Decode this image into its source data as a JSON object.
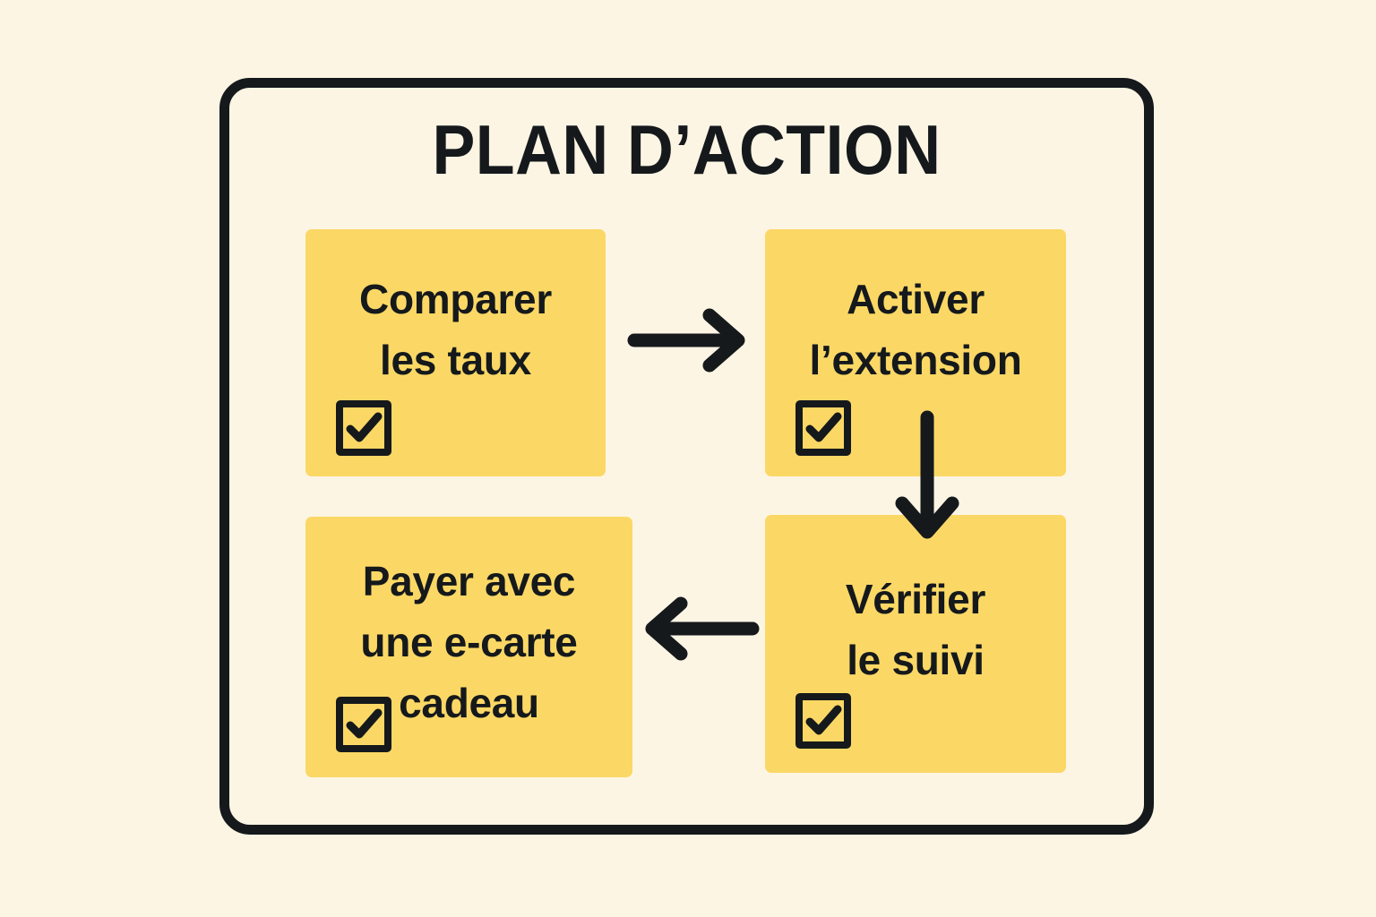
{
  "page": {
    "title": "PLAN D’ACTION",
    "background_color": "#fdf5e4",
    "frame_color": "#15191c",
    "card_color": "#fbd865",
    "text_color": "#15191c"
  },
  "steps": [
    {
      "id": "step-1",
      "order": 1,
      "line1": "Comparer",
      "line2": "les taux",
      "line3": "",
      "checked": true,
      "checkbox_label": "checked"
    },
    {
      "id": "step-2",
      "order": 2,
      "line1": "Activer",
      "line2": "l’extension",
      "line3": "",
      "checked": true,
      "checkbox_label": "checked"
    },
    {
      "id": "step-3",
      "order": 3,
      "line1": "Vérifier",
      "line2": "le suivi",
      "line3": "",
      "checked": true,
      "checkbox_label": "checked"
    },
    {
      "id": "step-4",
      "order": 4,
      "line1": "Payer avec",
      "line2": "une e-carte",
      "line3": "cadeau",
      "checked": true,
      "checkbox_label": "checked"
    }
  ],
  "connectors": [
    {
      "id": "arrow-right",
      "direction": "right",
      "from": "step-1",
      "to": "step-2"
    },
    {
      "id": "arrow-down",
      "direction": "down",
      "from": "step-2",
      "to": "step-3"
    },
    {
      "id": "arrow-left",
      "direction": "left",
      "from": "step-3",
      "to": "step-4"
    }
  ]
}
